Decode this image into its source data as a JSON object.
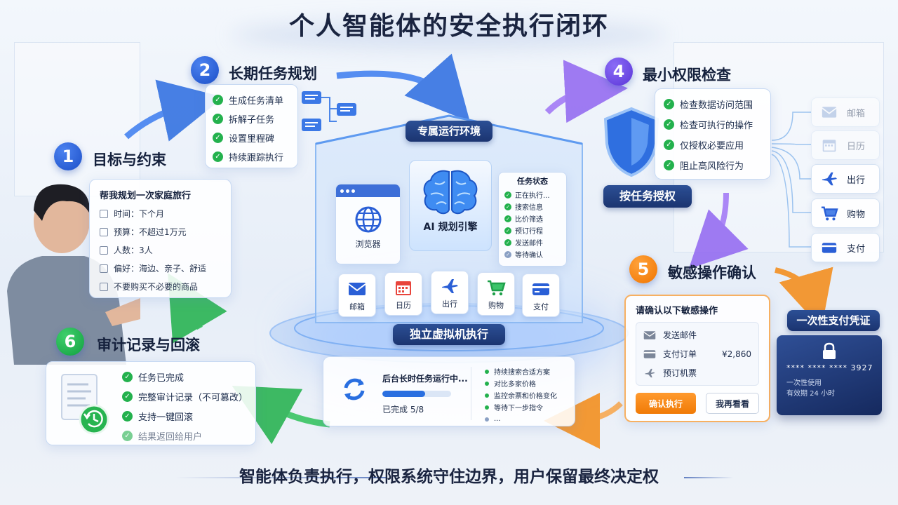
{
  "title": "个人智能体的安全执行闭环",
  "steps": {
    "s1": {
      "num": "1",
      "title": "目标与约束",
      "card_title": "帮我规划一次家庭旅行",
      "items": [
        "时间：下个月",
        "预算：不超过1万元",
        "人数：3人",
        "偏好：海边、亲子、舒适",
        "不要购买不必要的商品"
      ]
    },
    "s2": {
      "num": "2",
      "title": "长期任务规划",
      "items": [
        "生成任务清单",
        "拆解子任务",
        "设置里程碑",
        "持续跟踪执行"
      ]
    },
    "s4": {
      "num": "4",
      "title": "最小权限检查",
      "items": [
        "检查数据访问范围",
        "检查可执行的操作",
        "仅授权必要应用",
        "阻止高风险行为"
      ],
      "auth_label": "按任务授权"
    },
    "s5": {
      "num": "5",
      "title": "敏感操作确认",
      "card_title": "请确认以下敏感操作",
      "ops": [
        {
          "label": "发送邮件",
          "amount": "",
          "icon": "mail-icon"
        },
        {
          "label": "支付订单",
          "amount": "¥2,860",
          "icon": "card-icon"
        },
        {
          "label": "预订机票",
          "amount": "",
          "icon": "plane-icon"
        }
      ],
      "confirm_label": "确认执行",
      "later_label": "我再看看"
    },
    "s6": {
      "num": "6",
      "title": "审计记录与回滚",
      "items": [
        "任务已完成",
        "完整审计记录（不可篡改）",
        "支持一键回滚",
        "结果返回给用户"
      ]
    }
  },
  "env": {
    "top_label": "专属运行环境",
    "bottom_label": "独立虚拟机执行",
    "browser_label": "浏览器",
    "engine_label": "AI 规划引擎",
    "status_title": "任务状态",
    "status_items": [
      "正在执行...",
      "搜索信息",
      "比价筛选",
      "预订行程",
      "发送邮件",
      "等待确认"
    ],
    "apps": [
      {
        "label": "邮箱",
        "icon": "mail-icon"
      },
      {
        "label": "日历",
        "icon": "calendar-icon"
      },
      {
        "label": "出行",
        "icon": "plane-icon"
      },
      {
        "label": "购物",
        "icon": "cart-icon"
      },
      {
        "label": "支付",
        "icon": "card-icon"
      }
    ]
  },
  "background_task": {
    "title": "后台长时任务运行中...",
    "progress_text": "已完成 5/8",
    "progress": 0.625,
    "items": [
      "持续搜索合适方案",
      "对比多家价格",
      "监控余票和价格变化",
      "等待下一步指令",
      "..."
    ]
  },
  "right_apps": [
    {
      "label": "邮箱",
      "icon": "mail-icon",
      "faded": true
    },
    {
      "label": "日历",
      "icon": "calendar-icon",
      "faded": true
    },
    {
      "label": "出行",
      "icon": "plane-icon",
      "faded": false
    },
    {
      "label": "购物",
      "icon": "cart-icon",
      "faded": false
    },
    {
      "label": "支付",
      "icon": "card-icon",
      "faded": false
    }
  ],
  "payment_card": {
    "title": "一次性支付凭证",
    "number": "**** **** **** 3927",
    "line1": "一次性使用",
    "line2": "有效期 24 小时"
  },
  "footer": "智能体负责执行，权限系统守住边界，用户保留最终决定权",
  "colors": {
    "blue": "#2a5fd6",
    "purple": "#6a45e0",
    "orange": "#f48a14",
    "green": "#1fb04a",
    "navy": "#1b3470"
  }
}
